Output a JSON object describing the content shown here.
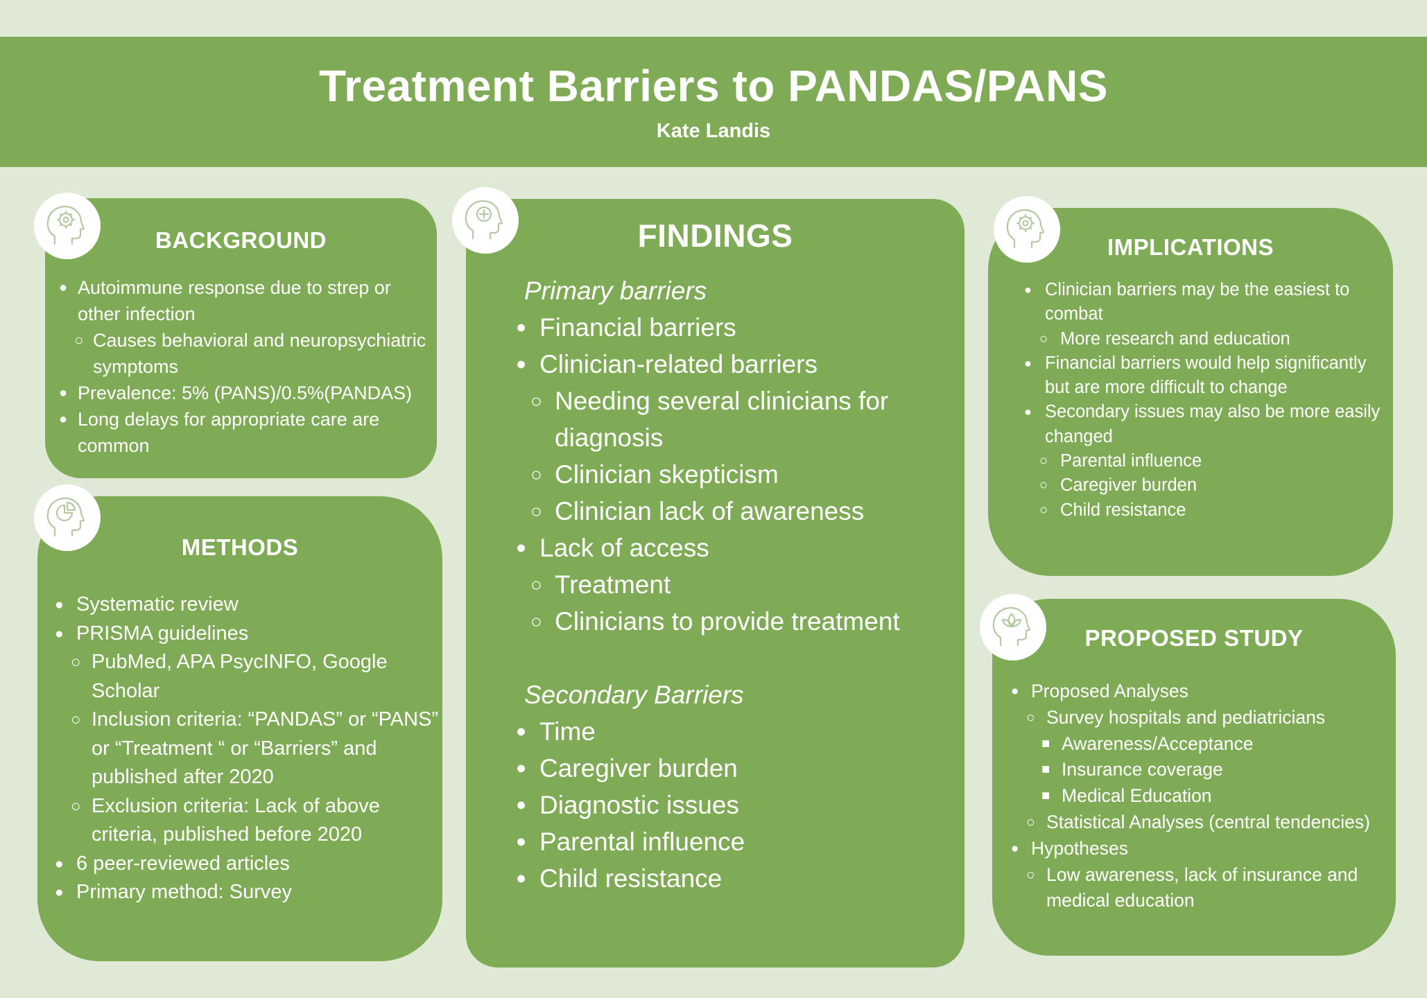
{
  "header": {
    "title": "Treatment Barriers to PANDAS/PANS",
    "author": "Kate Landis"
  },
  "icons": {
    "background": "head-gear-icon",
    "findings": "head-plus-icon",
    "methods": "head-pie-chart-icon",
    "implications": "head-gear-icon",
    "proposed": "head-lotus-icon"
  },
  "colors": {
    "page_background": "#dfe9d6",
    "accent_green": "#7fab56",
    "text": "#ffffff"
  },
  "background": {
    "heading": "BACKGROUND",
    "items": [
      "Autoimmune response due to strep or other infection",
      "Causes behavioral and neuropsychiatric symptoms",
      "Prevalence: 5% (PANS)/0.5%(PANDAS)",
      "Long delays for appropriate care are common"
    ]
  },
  "methods": {
    "heading": "METHODS",
    "items": [
      "Systematic review",
      "PRISMA guidelines",
      "PubMed, APA PsycINFO, Google Scholar",
      "Inclusion criteria: “PANDAS” or “PANS” or “Treatment “ or “Barriers” and published after 2020",
      "Exclusion criteria: Lack of above criteria, published before 2020",
      "6 peer-reviewed articles",
      "Primary method:  Survey"
    ]
  },
  "findings": {
    "heading": "FINDINGS",
    "primary_heading": "Primary barriers",
    "primary": [
      "Financial barriers",
      "Clinician-related barriers",
      "Needing several clinicians for diagnosis",
      "Clinician skepticism",
      "Clinician lack of awareness",
      "Lack of access",
      "Treatment",
      "Clinicians to provide treatment"
    ],
    "secondary_heading": "Secondary Barriers",
    "secondary": [
      "Time",
      "Caregiver burden",
      "Diagnostic issues",
      "Parental influence",
      "Child resistance"
    ]
  },
  "implications": {
    "heading": "IMPLICATIONS",
    "items": [
      "Clinician barriers may be the easiest to combat",
      "More research and education",
      "Financial barriers would help significantly but are more difficult to change",
      "Secondary issues may also be more easily changed",
      "Parental influence",
      "Caregiver burden",
      "Child resistance"
    ]
  },
  "proposed": {
    "heading": "PROPOSED STUDY",
    "items": [
      "Proposed Analyses",
      "Survey hospitals and pediatricians",
      "Awareness/Acceptance",
      "Insurance coverage",
      "Medical Education",
      "Statistical Analyses (central tendencies)",
      "Hypotheses",
      "Low awareness, lack of insurance and medical education"
    ]
  }
}
